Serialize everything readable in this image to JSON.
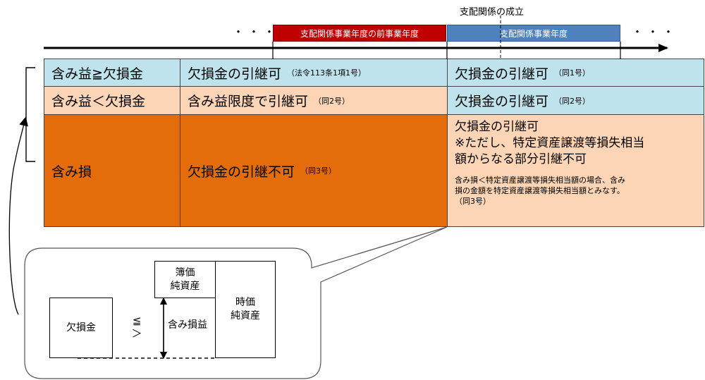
{
  "timeline": {
    "establish_label": "支配関係の成立",
    "dots_left": "・・・",
    "dots_right": "・・・",
    "prev_year_label": "支配関係事業年度の前事業年度",
    "current_year_label": "支配関係事業年度",
    "prev_color": "#c00000",
    "current_color": "#4f81bd"
  },
  "rows": [
    {
      "condition": "含み益≧欠損金",
      "prev": "欠損金の引継可",
      "prev_note": "（法令113条1項1号）",
      "current": "欠損金の引継可",
      "current_note": "（同1号）"
    },
    {
      "condition": "含み益＜欠損金",
      "prev": "含み益限度で引継可",
      "prev_note": "（同2号）",
      "current": "欠損金の引継可",
      "current_note": "（同2号）"
    },
    {
      "condition": "含み損",
      "prev": "欠損金の引継不可",
      "prev_note": "（同3号）",
      "current_line1": "欠損金の引継可",
      "current_line2": "※ただし、特定資産譲渡等損失相当",
      "current_line3": "額からなる部分引継不可",
      "current_note1": "含み損＜特定資産譲渡等損失相当額の場合、含み",
      "current_note2": "損の金額を特定資産譲渡等損失相当額とみなす。",
      "current_note3": "（同3号）"
    }
  ],
  "bubble": {
    "loss_label": "欠損金",
    "compare_symbol": "≦\n＞",
    "book_label_1": "簿価",
    "book_label_2": "純資産",
    "market_label_1": "時価",
    "market_label_2": "純資産",
    "unrealized_label": "含み損益"
  },
  "colors": {
    "blue_cell": "#bfe3ed",
    "peach_cell": "#fbd5b5",
    "orange_cell": "#e46c0a"
  }
}
